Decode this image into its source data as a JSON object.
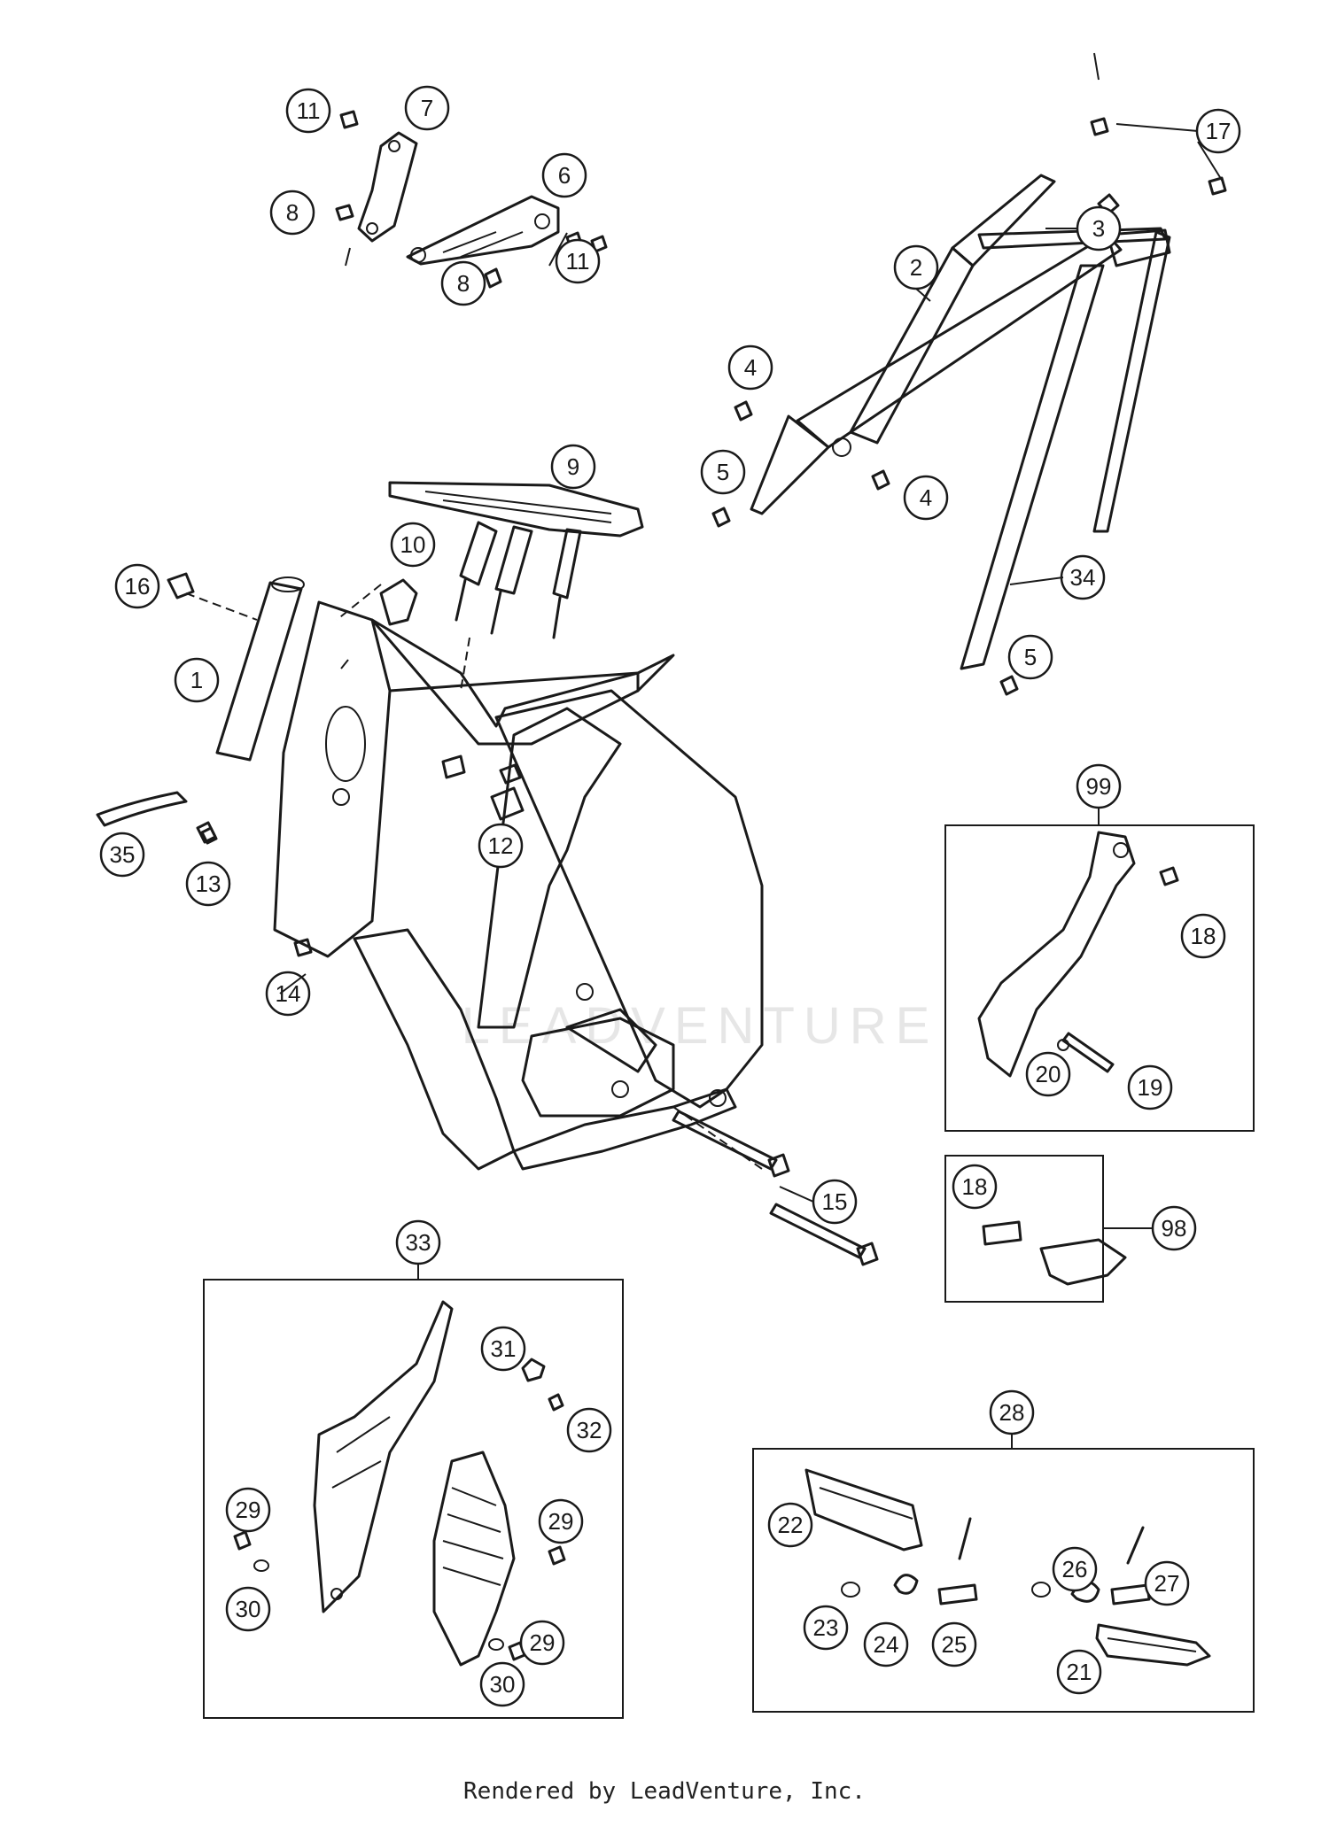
{
  "footer": "Rendered by LeadVenture, Inc.",
  "watermark": "LEADVENTURE",
  "callouts": [
    "1",
    "2",
    "3",
    "4",
    "5",
    "6",
    "7",
    "8",
    "9",
    "10",
    "11",
    "12",
    "13",
    "14",
    "15",
    "16",
    "17",
    "18",
    "19",
    "20",
    "21",
    "22",
    "23",
    "24",
    "25",
    "26",
    "27",
    "28",
    "29",
    "30",
    "31",
    "32",
    "33",
    "34",
    "35",
    "98",
    "99"
  ]
}
